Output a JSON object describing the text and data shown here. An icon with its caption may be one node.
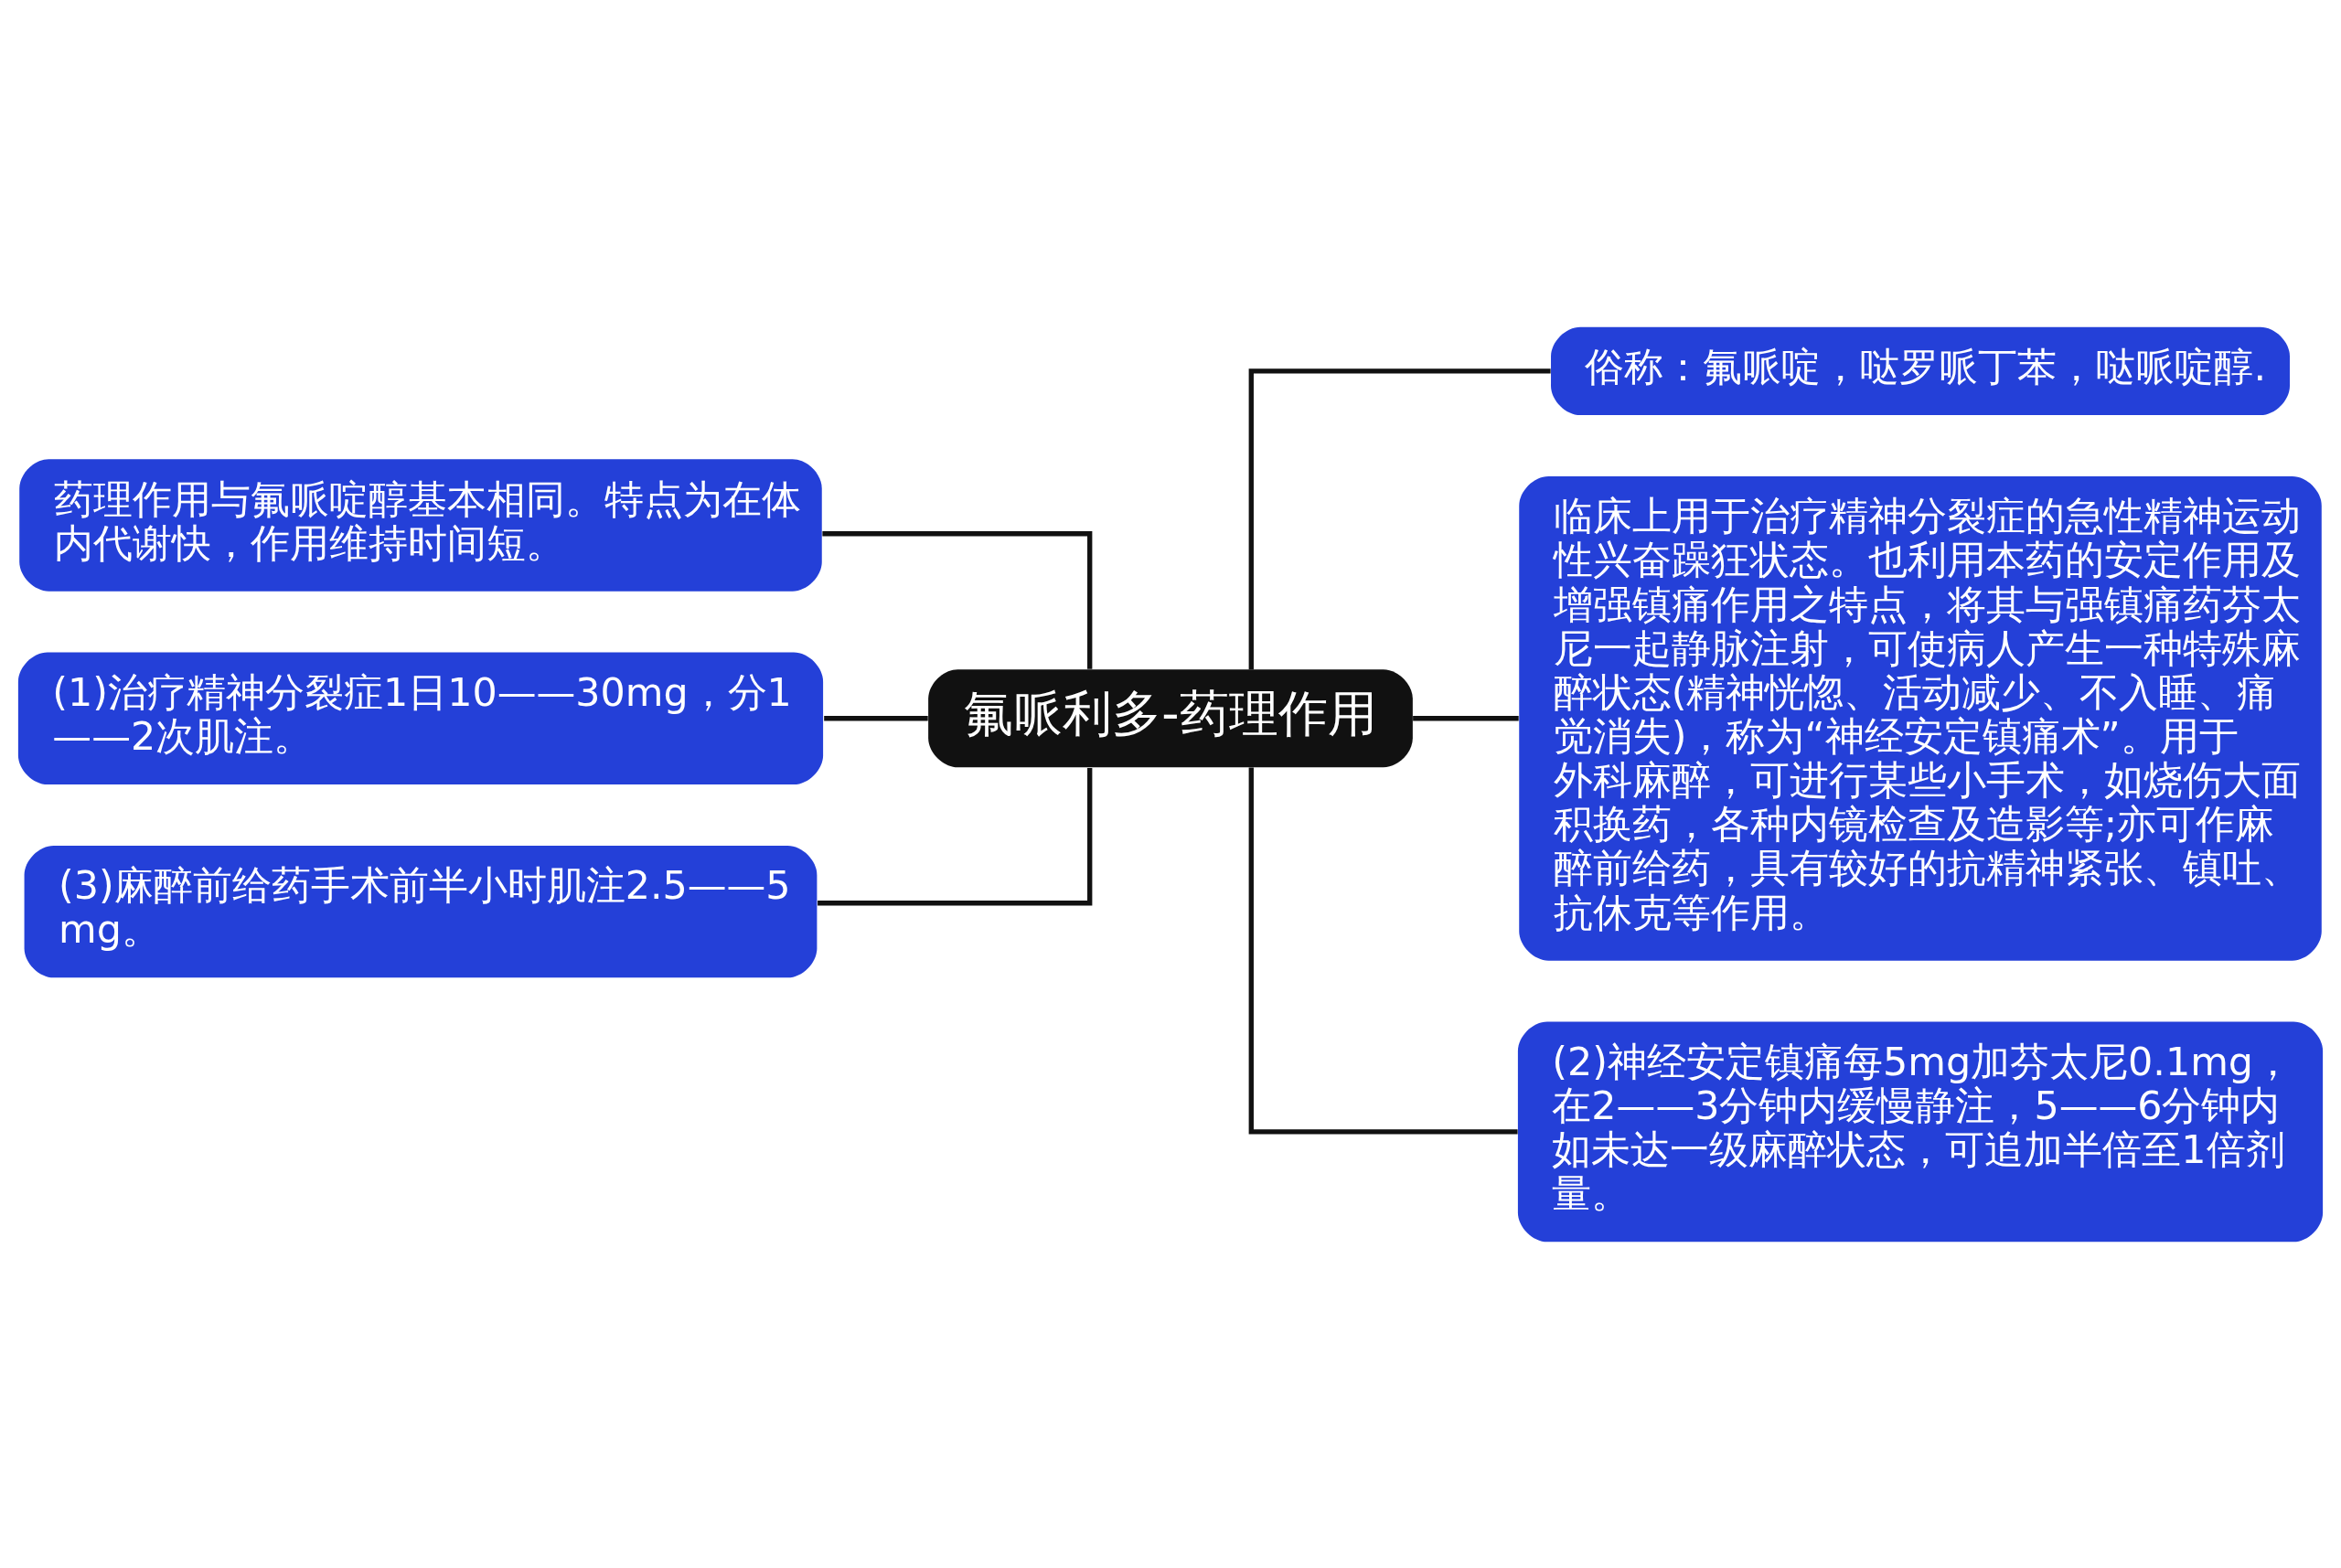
{
  "diagram": {
    "nodes": [
      {
        "text": [
          "氟哌利多-药理作用"
        ]
      },
      {
        "text": [
          "药理作用与氟哌啶醇基本相同。特点为在体内代谢快，作用维持时间短。"
        ]
      },
      {
        "text": [
          "(1)治疗精神分裂症1日10——30mg，分1——2次肌注。"
        ]
      },
      {
        "text": [
          "(3)麻醉前给药手术前半小时肌注2.5——5mg。"
        ]
      },
      {
        "text": [
          "俗称：氟哌啶，哒罗哌丁苯，哒哌啶醇."
        ]
      },
      {
        "text": [
          "临床上用于治疗精神分裂症的急性精神运动性兴奋躁狂状态。也利用本药的安定作用及增强镇痛作用之特点，将其与强镇痛药芬太尼一起静脉注射，可使病人产生一种特殊麻醉状态(精神恍惚、活动减少、不入睡、痛觉消失)，称为“神经安定镇痛术”。用于外科麻醉，可进行某些小手术，如烧伤大面积换药，各种内镜检查及造影等;亦可作麻醉前给药，具有较好的抗精神紧张、镇吐、抗休克等作用。"
        ]
      },
      {
        "text": [
          "(2)神经安定镇痛每5mg加芬太尼0.1mg，在2——3分钟内缓慢静注，5——6分钟内如未达一级麻醉状态，可追加半倍至1倍剂量。"
        ]
      }
    ],
    "edges": [
      {
        "from": 0,
        "to": 1,
        "arrow": "none"
      },
      {
        "from": 0,
        "to": 2,
        "arrow": "none"
      },
      {
        "from": 0,
        "to": 3,
        "arrow": "none"
      },
      {
        "from": 0,
        "to": 4,
        "arrow": "none"
      },
      {
        "from": 0,
        "to": 5,
        "arrow": "none"
      },
      {
        "from": 0,
        "to": 6,
        "arrow": "none"
      }
    ]
  }
}
